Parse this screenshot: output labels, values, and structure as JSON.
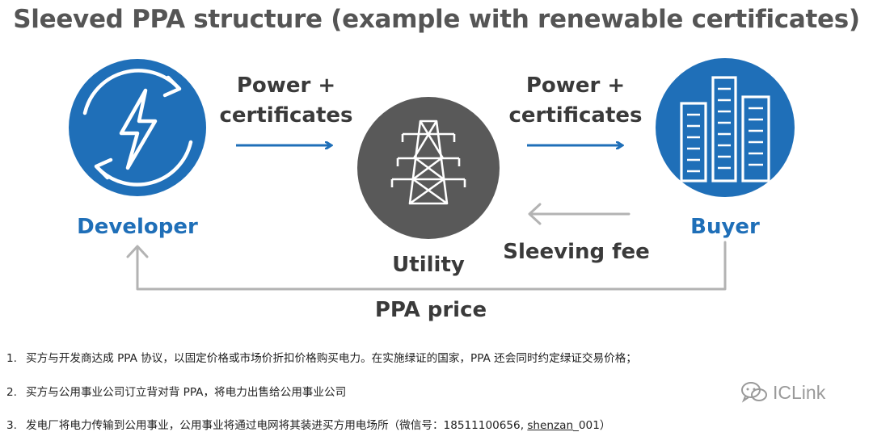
{
  "title": "Sleeved PPA structure (example with renewable certificates)",
  "nodes": {
    "developer": "Developer",
    "utility": "Utility",
    "buyer": "Buyer"
  },
  "flows": {
    "left_line1": "Power +",
    "left_line2": "certificates",
    "right_line1": "Power +",
    "right_line2": "certificates",
    "sleeving_fee": "Sleeving fee",
    "ppa_price": "PPA price"
  },
  "colors": {
    "blue": "#1f6fb8",
    "grey_circle": "#595959",
    "arrow_grey": "#b3b3b3"
  },
  "icons": {
    "developer": "lightning-bolt-recycle-icon",
    "utility": "transmission-tower-icon",
    "buyer": "office-buildings-icon",
    "watermark": "wechat-icon"
  },
  "notes": [
    {
      "num": "1.",
      "text": "买方与开发商达成 PPA 协议，以固定价格或市场价折扣价格购买电力。在实施绿证的国家，PPA 还会同时约定绿证交易价格；"
    },
    {
      "num": "2.",
      "text": "买方与公用事业公司订立背对背 PPA，将电力出售给公用事业公司"
    },
    {
      "num": "3.",
      "text_before": "发电厂将电力传输到公用事业，公用事业将通过电网将其装进买方用电场所（微信号：18511100656, ",
      "text_underlined": "shenzan",
      "text_after": "_001）"
    }
  ],
  "watermark": "ICLink"
}
